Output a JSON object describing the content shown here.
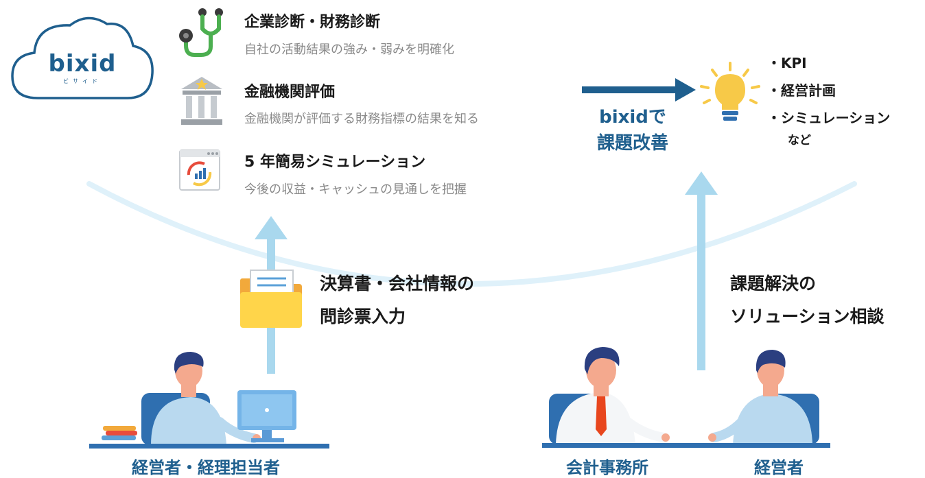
{
  "logo": {
    "text": "bixid",
    "sub": "ビサイド"
  },
  "features": [
    {
      "title": "企業診断・財務診断",
      "desc": "自社の活動結果の強み・弱みを明確化",
      "icon": "stethoscope-icon"
    },
    {
      "title": "金融機関評価",
      "desc": "金融機関が評価する財務指標の結果を知る",
      "icon": "bank-icon"
    },
    {
      "title": "5 年簡易シミュレーション",
      "desc": "今後の収益・キャッシュの見通しを把握",
      "icon": "simulation-chart-icon"
    }
  ],
  "center": {
    "line1": "bixidで",
    "line2": "課題改善"
  },
  "results": {
    "items": [
      "・KPI",
      "・経営計画",
      "・シミュレーション"
    ],
    "more": "など"
  },
  "left_flow": {
    "line1": "決算書・会社情報の",
    "line2": "問診票入力"
  },
  "right_flow": {
    "line1": "課題解決の",
    "line2": "ソリューション相談"
  },
  "roles": {
    "left": "経営者・経理担当者",
    "accountant": "会計事務所",
    "owner": "経営者"
  },
  "colors": {
    "navy": "#1f5f8e",
    "light_blue": "#a9d8ee",
    "arc": "#dff1fa",
    "yellow": "#f7c948",
    "skin": "#f4a98e",
    "hair": "#2b3f80",
    "shirt": "#b9d9ef"
  }
}
